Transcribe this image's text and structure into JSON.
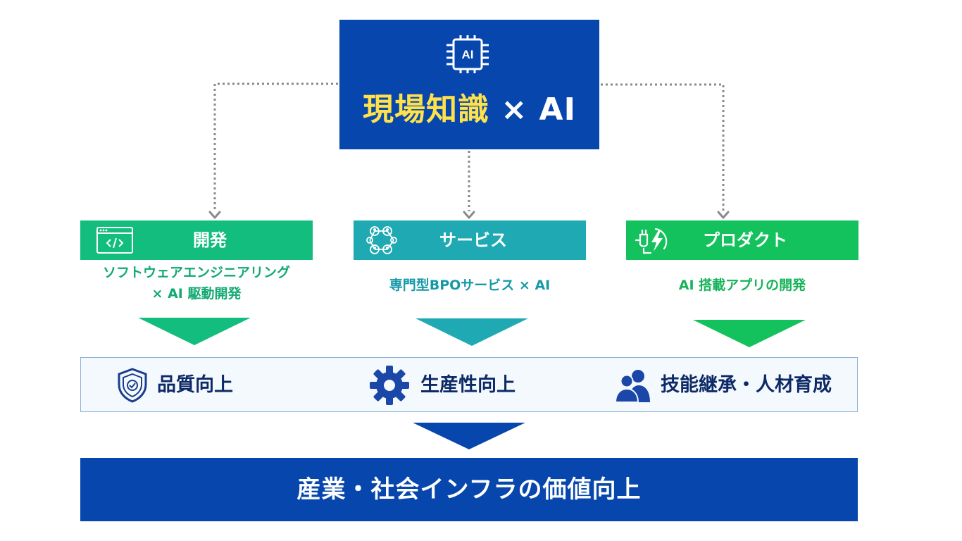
{
  "hub": {
    "icon": "ai-chip-icon",
    "icon_text": "AI",
    "title_highlight": "現場知識",
    "title_rest": " × AI",
    "color": "#0747ad",
    "highlight_color": "#ffe14a"
  },
  "categories": [
    {
      "icon": "code-window-icon",
      "label": "開発",
      "sub_line1": "ソフトウェアエンジニアリング",
      "sub_line2": "× AI 駆動開発",
      "color": "#12bd7d"
    },
    {
      "icon": "network-people-icon",
      "label": "サービス",
      "sub_line1": "専門型BPOサービス × AI",
      "color": "#1faab3"
    },
    {
      "icon": "plug-bolt-icon",
      "label": "プロダクト",
      "sub_line1": "AI 搭載アプリの開発",
      "color": "#14c25d"
    }
  ],
  "outcomes": [
    {
      "icon": "shield-check-icon",
      "label": "品質向上"
    },
    {
      "icon": "gear-icon",
      "label": "生産性向上"
    },
    {
      "icon": "users-icon",
      "label": "技能継承・人材育成"
    }
  ],
  "bottom": {
    "label": "産業・社会インフラの価値向上",
    "color": "#0747ad"
  }
}
